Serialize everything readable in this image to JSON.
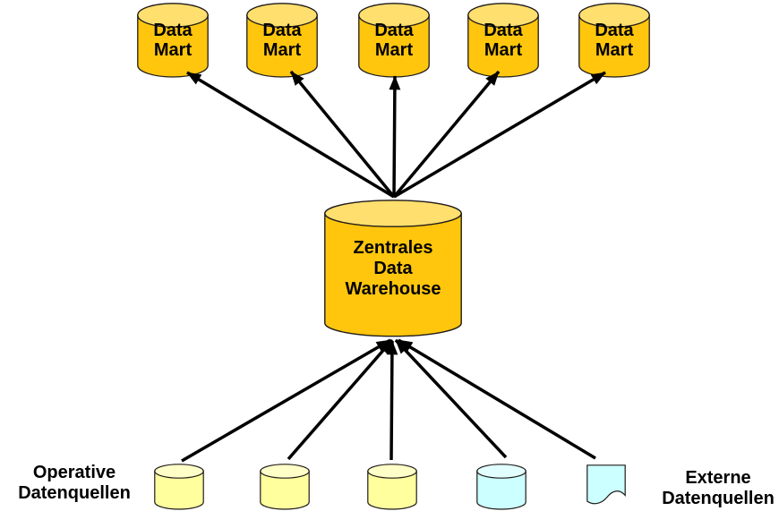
{
  "colors": {
    "gold_body": "#FFC60D",
    "gold_top": "#FFDF6E",
    "pale_yellow_body": "#FFFF9E",
    "pale_yellow_top": "#FFFFC8",
    "cyan_body": "#CCFFFF",
    "cyan_top": "#E2FFFF",
    "outline": "#1f1b1a",
    "arrow": "#000000",
    "text": "#000000",
    "background": "#ffffff"
  },
  "data_marts": [
    {
      "label": "Data\nMart"
    },
    {
      "label": "Data\nMart"
    },
    {
      "label": "Data\nMart"
    },
    {
      "label": "Data\nMart"
    },
    {
      "label": "Data\nMart"
    }
  ],
  "warehouse": {
    "label": "Zentrales\nData\nWarehouse"
  },
  "labels": {
    "operative": "Operative\nDatenquellen",
    "externe": "Externe\nDatenquellen"
  },
  "sources": [
    {
      "type": "database",
      "color_name": "pale-yellow"
    },
    {
      "type": "database",
      "color_name": "pale-yellow"
    },
    {
      "type": "database",
      "color_name": "pale-yellow"
    },
    {
      "type": "database",
      "color_name": "cyan"
    },
    {
      "type": "document",
      "color_name": "cyan"
    }
  ]
}
